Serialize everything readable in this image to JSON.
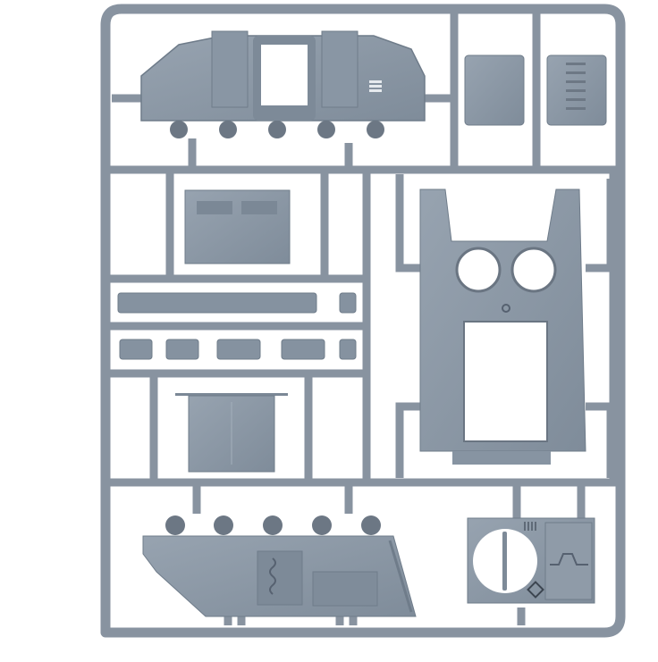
{
  "image": {
    "alt": "Grey plastic model kit sprue with tank hull parts",
    "subject": "plastic model sprue",
    "background_color": "#ffffff",
    "plastic_color": "#8a97a5",
    "plastic_dark": "#6f7c8a",
    "plastic_light": "#a7b2be"
  },
  "parts": [
    {
      "id": "top-hull-side",
      "label": "hull side panel with hatch opening"
    },
    {
      "id": "door-panel-plain",
      "label": "small door panel"
    },
    {
      "id": "door-panel-vented",
      "label": "small vented door panel"
    },
    {
      "id": "rear-panel",
      "label": "rear hatch panel"
    },
    {
      "id": "track-strip-long",
      "label": "track link strip"
    },
    {
      "id": "track-strips-short",
      "label": "short track link strips"
    },
    {
      "id": "ramp-plate",
      "label": "ramp plate"
    },
    {
      "id": "hull-top-plate",
      "label": "hull top plate with two round openings"
    },
    {
      "id": "bottom-hull-side",
      "label": "hull side panel with wheels"
    },
    {
      "id": "front-plate",
      "label": "front plate with round opening"
    }
  ]
}
